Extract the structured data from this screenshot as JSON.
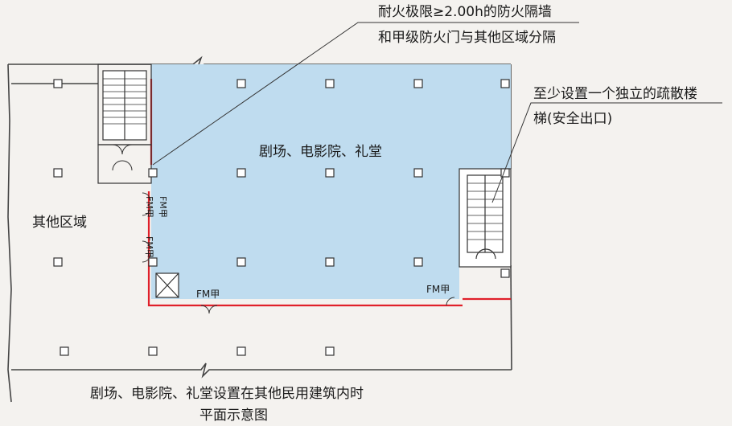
{
  "annotations": {
    "wall_note_line1": "耐火极限≥2.00h的防火隔墙",
    "wall_note_line2": "和甲级防火门与其他区域分隔",
    "stair_note_line1": "至少设置一个独立的疏散楼",
    "stair_note_line2": "梯(安全出口)"
  },
  "zones": {
    "theater": "剧场、电影院、礼堂",
    "other": "其他区域"
  },
  "door_labels": {
    "fm_vertical_1": "FM甲",
    "fm_vertical_2": "FM甲",
    "fm_vertical_3": "FM甲",
    "fm_bottom_left": "FM甲",
    "fm_bottom_right": "FM甲"
  },
  "caption": {
    "line1": "剧场、电影院、礼堂设置在其他民用建筑内时",
    "line2": "平面示意图"
  },
  "colors": {
    "theater_fill": "#bfdcef",
    "fire_wall": "#e0202a",
    "outline": "#333333"
  }
}
